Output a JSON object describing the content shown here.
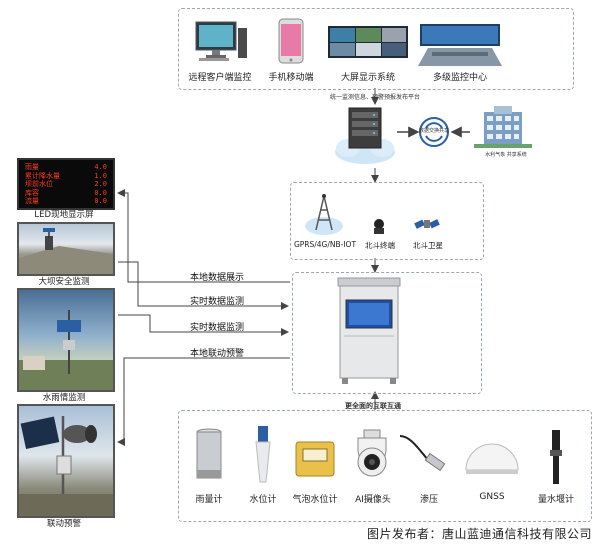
{
  "top_terminals": [
    {
      "label": "远程客户端监控",
      "icon": "monitor-icon"
    },
    {
      "label": "手机移动端",
      "icon": "phone-icon"
    },
    {
      "label": "大屏显示系统",
      "icon": "video-wall-icon"
    },
    {
      "label": "多级监控中心",
      "icon": "control-center-icon"
    }
  ],
  "platform_caption": "统一监测信息、预警预报发布平台",
  "sync_label": "数据交换共享",
  "weather_label": "水利气象 共享系统",
  "comm": {
    "network": "GPRS/4G/NB-IOT",
    "beidou_terminal": "北斗终端",
    "beidou_satellite": "北斗卫星"
  },
  "left_panels": [
    {
      "label": "LED现地显示屏"
    },
    {
      "label": "大坝安全监测"
    },
    {
      "label": "水雨情监测"
    },
    {
      "label": "联动预警"
    }
  ],
  "led_rows": [
    {
      "name": "雨量",
      "value": "4.0"
    },
    {
      "name": "累计降水量",
      "value": "1.0"
    },
    {
      "name": "坝前水位",
      "value": "2.0"
    },
    {
      "name": "库容",
      "value": "0.0"
    },
    {
      "name": "流量",
      "value": "0.0"
    }
  ],
  "flows": [
    {
      "label": "本地数据展示"
    },
    {
      "label": "实时数据监测"
    },
    {
      "label": "实时数据监测"
    },
    {
      "label": "本地联动预警"
    }
  ],
  "interconnect_caption": "更全面的互联互通",
  "sensors": [
    {
      "label": "雨量计",
      "icon": "rain-gauge-icon"
    },
    {
      "label": "水位计",
      "icon": "water-level-gauge-icon"
    },
    {
      "label": "气泡水位计",
      "icon": "bubble-level-gauge-icon"
    },
    {
      "label": "AI摄像头",
      "icon": "ai-camera-icon"
    },
    {
      "label": "渗压",
      "icon": "seepage-sensor-icon"
    },
    {
      "label": "GNSS",
      "icon": "gnss-antenna-icon"
    },
    {
      "label": "量水堰计",
      "icon": "weir-gauge-icon"
    }
  ],
  "footer": "图片发布者：唐山蓝迪通信科技有限公司",
  "colors": {
    "arrow": "#444444",
    "dash": "#9aa8b4",
    "cabinet": "#e6e8ea",
    "screen": "#1b4fa8",
    "led": "#ff3b1f"
  }
}
